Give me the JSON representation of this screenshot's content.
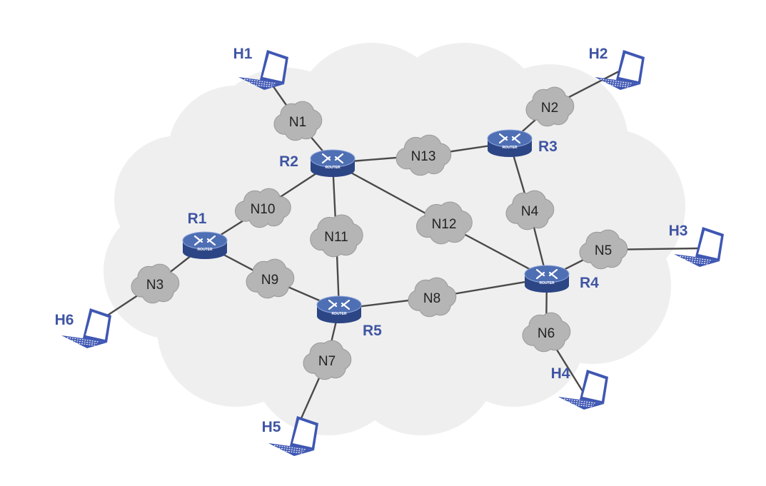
{
  "colors": {
    "background_cloud": "#efefef",
    "network_cloud": "#b5b5b5",
    "network_cloud_edge": "#9a9a9a",
    "link": "#4a4a4a",
    "router_top": "#4f6fb4",
    "router_side": "#2c4585",
    "label_blue": "#3f55a3",
    "laptop": "#3f57b3"
  },
  "routers": [
    {
      "id": "R1",
      "label": "R1",
      "badge": "ROUTER"
    },
    {
      "id": "R2",
      "label": "R2",
      "badge": "ROUTER"
    },
    {
      "id": "R3",
      "label": "R3",
      "badge": "ROUTER"
    },
    {
      "id": "R4",
      "label": "R4",
      "badge": "ROUTER"
    },
    {
      "id": "R5",
      "label": "R5",
      "badge": "ROUTER"
    }
  ],
  "networks": [
    {
      "id": "N1",
      "label": "N1"
    },
    {
      "id": "N2",
      "label": "N2"
    },
    {
      "id": "N3",
      "label": "N3"
    },
    {
      "id": "N4",
      "label": "N4"
    },
    {
      "id": "N5",
      "label": "N5"
    },
    {
      "id": "N6",
      "label": "N6"
    },
    {
      "id": "N7",
      "label": "N7"
    },
    {
      "id": "N8",
      "label": "N8"
    },
    {
      "id": "N9",
      "label": "N9"
    },
    {
      "id": "N10",
      "label": "N10"
    },
    {
      "id": "N11",
      "label": "N11"
    },
    {
      "id": "N12",
      "label": "N12"
    },
    {
      "id": "N13",
      "label": "N13"
    }
  ],
  "hosts": [
    {
      "id": "H1",
      "label": "H1"
    },
    {
      "id": "H2",
      "label": "H2"
    },
    {
      "id": "H3",
      "label": "H3"
    },
    {
      "id": "H4",
      "label": "H4"
    },
    {
      "id": "H5",
      "label": "H5"
    },
    {
      "id": "H6",
      "label": "H6"
    }
  ],
  "links": [
    [
      "H1",
      "N1"
    ],
    [
      "N1",
      "R2"
    ],
    [
      "R2",
      "N13"
    ],
    [
      "N13",
      "R3"
    ],
    [
      "H2",
      "N2"
    ],
    [
      "N2",
      "R3"
    ],
    [
      "R3",
      "N4"
    ],
    [
      "N4",
      "R4"
    ],
    [
      "R2",
      "N12"
    ],
    [
      "N12",
      "R4"
    ],
    [
      "R2",
      "N10"
    ],
    [
      "N10",
      "R1"
    ],
    [
      "R2",
      "N11"
    ],
    [
      "N11",
      "R5"
    ],
    [
      "R1",
      "N9"
    ],
    [
      "N9",
      "R5"
    ],
    [
      "R1",
      "N3"
    ],
    [
      "N3",
      "H6"
    ],
    [
      "R5",
      "N8"
    ],
    [
      "N8",
      "R4"
    ],
    [
      "R5",
      "N7"
    ],
    [
      "N7",
      "H5"
    ],
    [
      "R4",
      "N5"
    ],
    [
      "N5",
      "H3"
    ],
    [
      "R4",
      "N6"
    ],
    [
      "N6",
      "H4"
    ]
  ]
}
